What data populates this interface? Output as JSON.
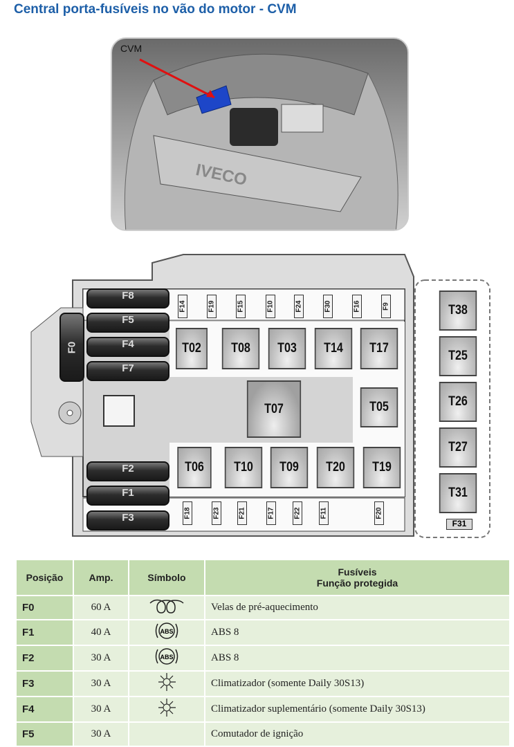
{
  "title": "Central porta-fusíveis no vão do motor - CVM",
  "photo": {
    "callout": "CVM",
    "brand": "IVECO"
  },
  "diagram": {
    "big_fuses_top": [
      "F8",
      "F5",
      "F4",
      "F7"
    ],
    "big_fuse_side": "F0",
    "big_fuses_bottom": [
      "F2",
      "F1",
      "F3"
    ],
    "mini_top": [
      "F14",
      "F19",
      "F15",
      "F10",
      "F24",
      "F30",
      "F16",
      "F9"
    ],
    "mini_bottom": [
      "F18",
      "F23",
      "F21",
      "F17",
      "F22",
      "F11",
      "F20"
    ],
    "relays_row1": [
      "T02",
      "T08",
      "T03",
      "T14",
      "T17"
    ],
    "relay_center": "T07",
    "relay_side": "T05",
    "relays_row2": [
      "T06",
      "T10",
      "T09",
      "T20",
      "T19"
    ],
    "relays_external": [
      "T38",
      "T25",
      "T26",
      "T27",
      "T31"
    ],
    "external_fuse": "F31"
  },
  "table": {
    "headers": {
      "position": "Posição",
      "amp": "Amp.",
      "symbol": "Símbolo",
      "fuses": "Fusíveis",
      "function": "Função protegida"
    },
    "rows": [
      {
        "pos": "F0",
        "amp": "60 A",
        "symbol": "glow-plug-icon",
        "fn": "Velas de pré-aquecimento"
      },
      {
        "pos": "F1",
        "amp": "40 A",
        "symbol": "abs-icon",
        "fn": "ABS 8"
      },
      {
        "pos": "F2",
        "amp": "30 A",
        "symbol": "abs-icon",
        "fn": "ABS 8"
      },
      {
        "pos": "F3",
        "amp": "30 A",
        "symbol": "climate-icon",
        "fn": "Climatizador (somente Daily 30S13)"
      },
      {
        "pos": "F4",
        "amp": "30 A",
        "symbol": "climate-icon",
        "fn": "Climatizador suplementário (somente Daily 30S13)"
      },
      {
        "pos": "F5",
        "amp": "30 A",
        "symbol": "",
        "fn": "Comutador de ignição"
      }
    ]
  }
}
